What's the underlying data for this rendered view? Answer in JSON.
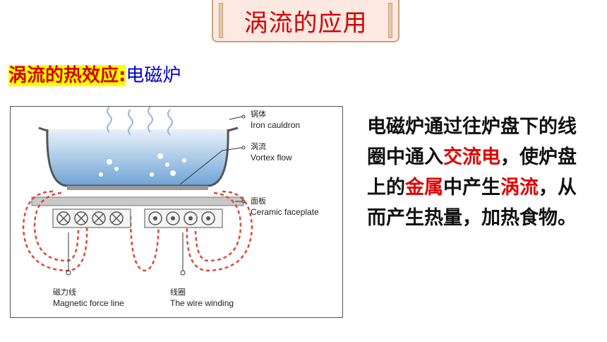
{
  "title": "涡流的应用",
  "subtitle": {
    "highlight": "涡流的热效应",
    "colon": ":",
    "topic": "电磁炉"
  },
  "figure": {
    "labels": {
      "pot_cn": "锅体",
      "pot_en": "Iron cauldron",
      "vortex_cn": "涡流",
      "vortex_en": "Vortex flow",
      "plate_cn": "面板",
      "plate_en": "Ceramic faceplate",
      "magnetic_cn": "磁力线",
      "magnetic_en": "Magnetic force line",
      "winding_cn": "线圈",
      "winding_en": "The wire winding"
    }
  },
  "description": {
    "p1": "电磁炉通过往炉盘下的线圈中通入",
    "r1": "交流电",
    "p2": "，使炉盘上的",
    "r2": "金属",
    "p3": "中产生",
    "r3": "涡流",
    "p4": "，从而产生热量，加热食物。"
  },
  "colors": {
    "red": "#e00000",
    "blue": "#0000cc",
    "highlight": "#ffff00"
  }
}
